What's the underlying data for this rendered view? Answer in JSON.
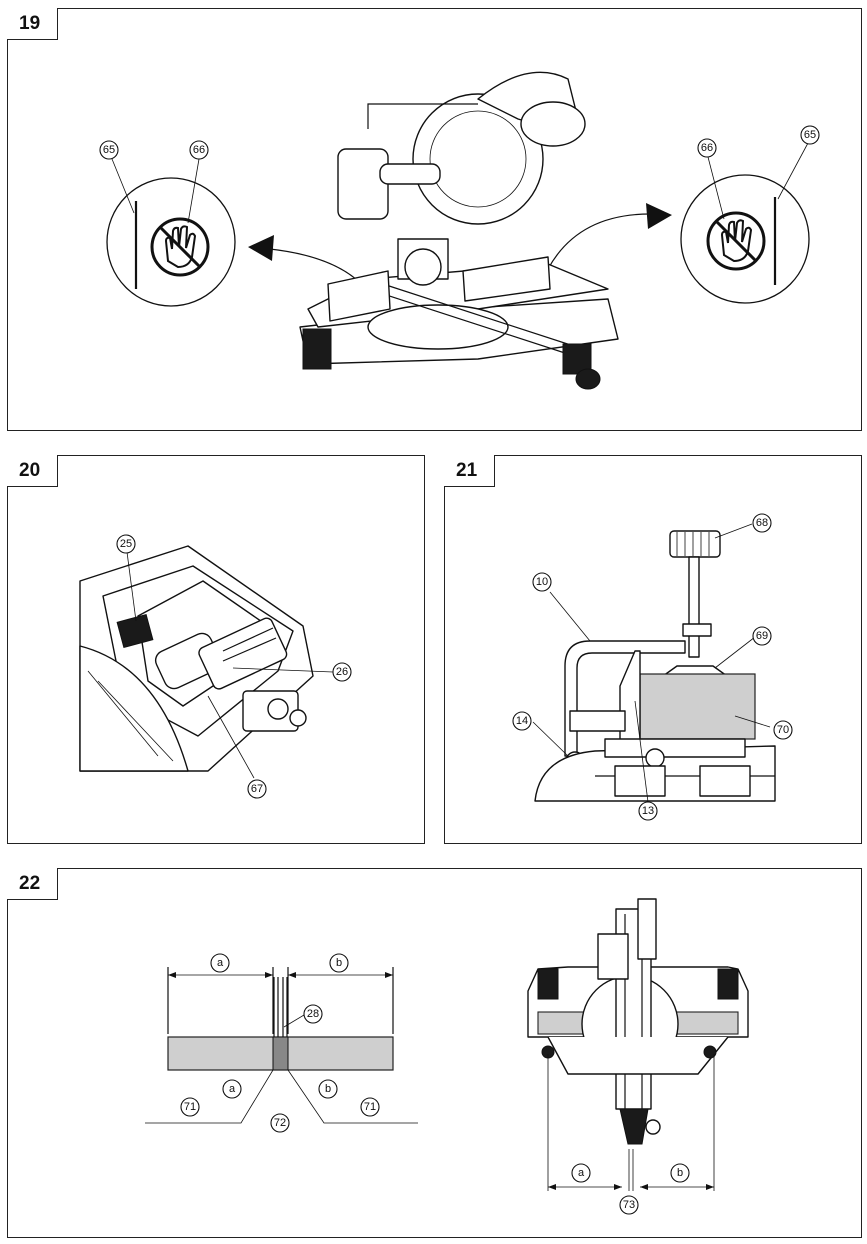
{
  "panels": {
    "p19": {
      "number": "19",
      "callouts": {
        "left_65": "65",
        "left_66": "66",
        "right_66": "66",
        "right_65": "65"
      }
    },
    "p20": {
      "number": "20",
      "callouts": {
        "c25": "25",
        "c26": "26",
        "c67": "67"
      }
    },
    "p21": {
      "number": "21",
      "callouts": {
        "c68": "68",
        "c10": "10",
        "c69": "69",
        "c14": "14",
        "c70": "70",
        "c13": "13"
      }
    },
    "p22": {
      "number": "22",
      "callouts": {
        "a_top": "a",
        "b_top": "b",
        "c28": "28",
        "c71_left": "71",
        "a_mid": "a",
        "b_mid": "b",
        "c71_right": "71",
        "c72": "72",
        "a_saw": "a",
        "b_saw": "b",
        "c73": "73"
      }
    }
  },
  "icons": {
    "no_hands": "no-hands-icon",
    "callout": "circled-number"
  }
}
